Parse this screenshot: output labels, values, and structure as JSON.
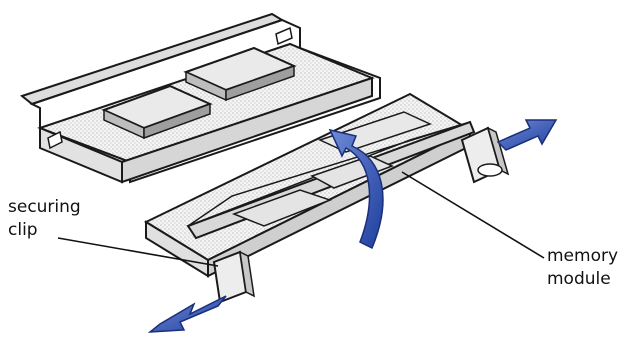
{
  "labels": {
    "securing_clip": [
      "securing",
      "clip"
    ],
    "memory_module": [
      "memory",
      "module"
    ]
  },
  "colors": {
    "outline": "#1a1a1a",
    "board_fill": "#f2f2f2",
    "chip_fill": "#e6e6e6",
    "shading": "#cfcfcf",
    "arrow_blue": "#2b4fb0",
    "arrow_blue_light": "#6f8ad6"
  },
  "icons": {
    "release_arrows": "outward-arrow",
    "rotate_arrow": "curved-up-arrow"
  }
}
